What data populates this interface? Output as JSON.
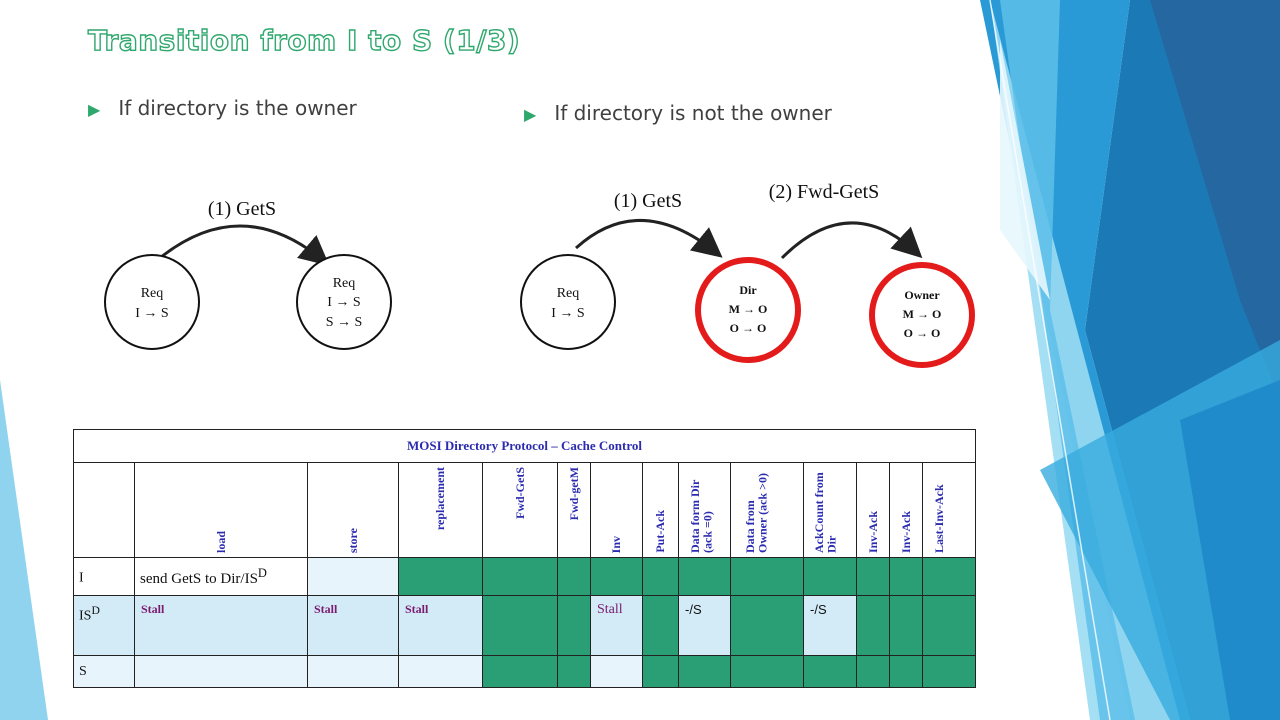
{
  "slide": {
    "title": "Transition from I to S (1/3)",
    "bullet_left": "If directory is the owner",
    "bullet_right": "If directory is not  the owner"
  },
  "diagram_left": {
    "arc_label": "(1) GetS",
    "node1": {
      "line1": "Req",
      "line2": "I → S"
    },
    "node2": {
      "line1": "Req",
      "line2": "I → S",
      "line3": "S → S"
    }
  },
  "diagram_right": {
    "arc1_label": "(1) GetS",
    "arc2_label": "(2) Fwd-GetS",
    "node1": {
      "line1": "Req",
      "line2": "I → S"
    },
    "node2": {
      "line1": "Dir",
      "line2": "M → O",
      "line3": "O → O"
    },
    "node3": {
      "line1": "Owner",
      "line2": "M → O",
      "line3": "O → O"
    }
  },
  "table": {
    "caption": "MOSI Directory Protocol – Cache Control",
    "columns": [
      "load",
      "store",
      "replacement",
      "Fwd-GetS",
      "Fwd-getM",
      "Inv",
      "Put-Ack",
      "Data form Dir (ack =0)",
      "Data from Owner (ack >0)",
      "AckCount from Dir",
      "Inv-Ack",
      "Inv-Ack",
      "Last-Inv-Ack"
    ],
    "rows": [
      {
        "state": "I",
        "state_sup": "",
        "load": "send GetS to Dir/IS",
        "load_sup": "D"
      },
      {
        "state": "IS",
        "state_sup": "D",
        "load": "Stall",
        "store": "Stall",
        "replacement": "Stall",
        "inv": "Stall",
        "data_dir": "-/S",
        "ackcount": "-/S"
      },
      {
        "state": "S",
        "state_sup": ""
      }
    ]
  },
  "colors": {
    "accent": "#2fa86d",
    "arrow": "#222222",
    "ring": "#e41b1b",
    "table_green": "#2a9e75"
  }
}
